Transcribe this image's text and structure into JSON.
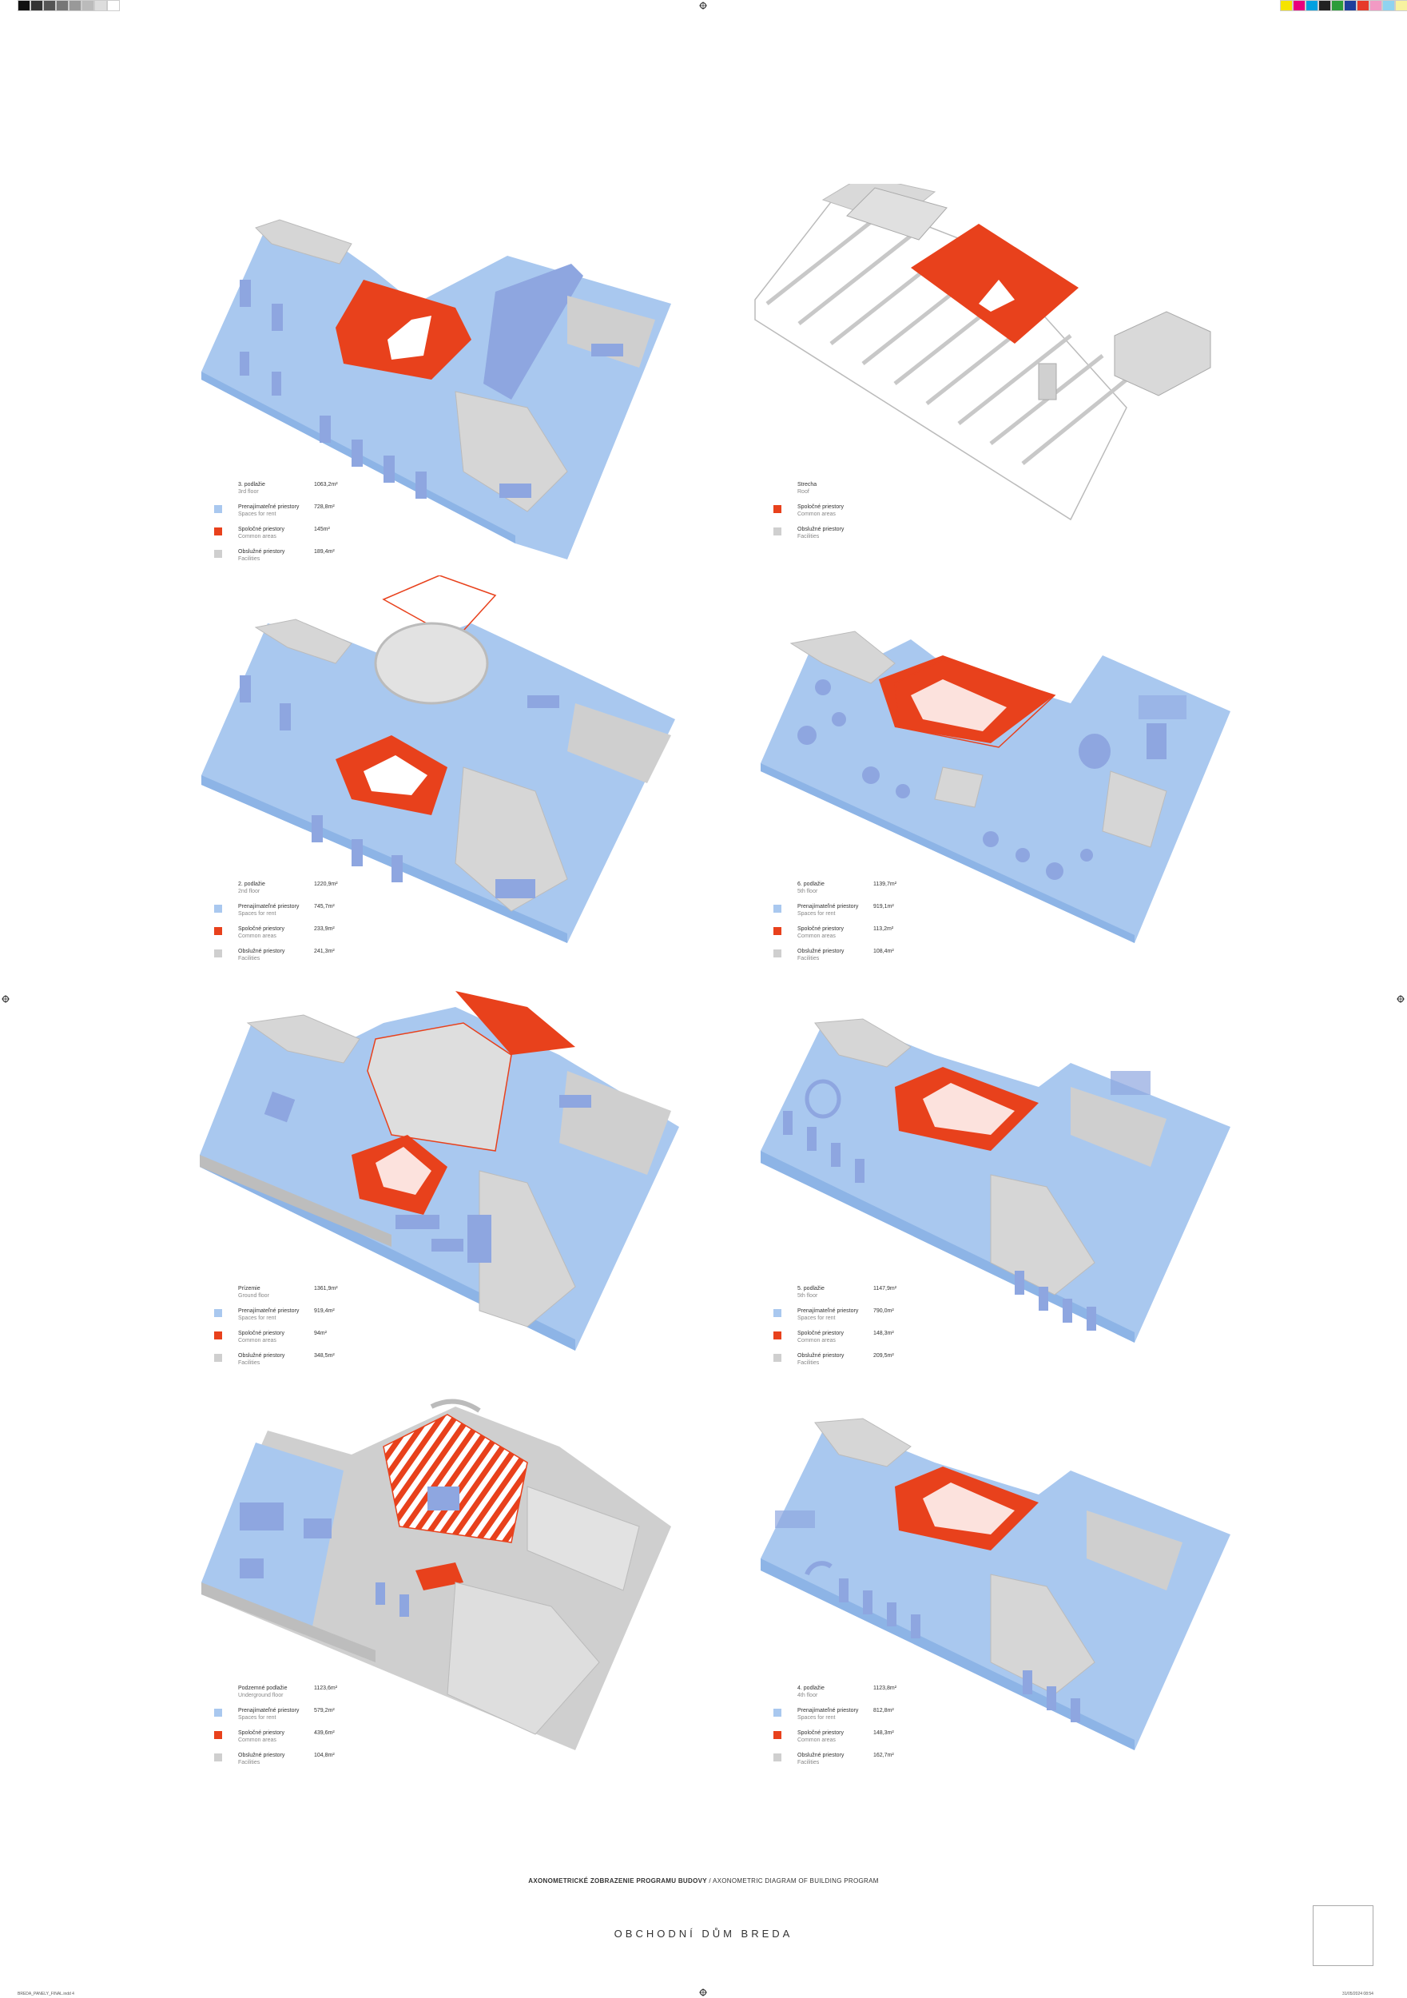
{
  "colors": {
    "rent": "#a9c8ef",
    "common": "#e8411c",
    "facilities": "#cfcfcf",
    "furniture": "#8ea6e0",
    "wall": "#d9d9d9"
  },
  "panels": [
    {
      "id": "3rd",
      "floor": "3. podlažie",
      "floor_en": "3rd floor",
      "total": "1063,2m²",
      "items": [
        {
          "kind": "rent",
          "label": "Prenajímateľné priestory",
          "sub": "Spaces for rent",
          "value": "728,8m²"
        },
        {
          "kind": "common",
          "label": "Spoločné priestory",
          "sub": "Common areas",
          "value": "145m²"
        },
        {
          "kind": "facilities",
          "label": "Obslužné priestory",
          "sub": "Facilities",
          "value": "189,4m²"
        }
      ]
    },
    {
      "id": "roof",
      "floor": "Strecha",
      "floor_en": "Roof",
      "total": "",
      "items": [
        {
          "kind": "common",
          "label": "Spoločné priestory",
          "sub": "Common areas",
          "value": ""
        },
        {
          "kind": "facilities",
          "label": "Obslužné priestory",
          "sub": "Facilities",
          "value": ""
        }
      ]
    },
    {
      "id": "2nd",
      "floor": "2. podlažie",
      "floor_en": "2nd floor",
      "total": "1220,9m²",
      "items": [
        {
          "kind": "rent",
          "label": "Prenajímateľné priestory",
          "sub": "Spaces for rent",
          "value": "745,7m²"
        },
        {
          "kind": "common",
          "label": "Spoločné priestory",
          "sub": "Common areas",
          "value": "233,9m²"
        },
        {
          "kind": "facilities",
          "label": "Obslužné priestory",
          "sub": "Facilities",
          "value": "241,3m²"
        }
      ]
    },
    {
      "id": "6th",
      "floor": "6. podlažie",
      "floor_en": "5th floor",
      "total": "1139,7m²",
      "items": [
        {
          "kind": "rent",
          "label": "Prenajímateľné priestory",
          "sub": "Spaces for rent",
          "value": "919,1m²"
        },
        {
          "kind": "common",
          "label": "Spoločné priestory",
          "sub": "Common areas",
          "value": "113,2m²"
        },
        {
          "kind": "facilities",
          "label": "Obslužné priestory",
          "sub": "Facilities",
          "value": "108,4m²"
        }
      ]
    },
    {
      "id": "ground",
      "floor": "Prízemie",
      "floor_en": "Ground floor",
      "total": "1361,9m²",
      "items": [
        {
          "kind": "rent",
          "label": "Prenajímateľné priestory",
          "sub": "Spaces for rent",
          "value": "919,4m²"
        },
        {
          "kind": "common",
          "label": "Spoločné priestory",
          "sub": "Common areas",
          "value": "94m²"
        },
        {
          "kind": "facilities",
          "label": "Obslužné priestory",
          "sub": "Facilities",
          "value": "348,5m²"
        }
      ]
    },
    {
      "id": "5th",
      "floor": "5. podlažie",
      "floor_en": "5th floor",
      "total": "1147,9m²",
      "items": [
        {
          "kind": "rent",
          "label": "Prenajímateľné priestory",
          "sub": "Spaces for rent",
          "value": "790,0m²"
        },
        {
          "kind": "common",
          "label": "Spoločné priestory",
          "sub": "Common areas",
          "value": "148,3m²"
        },
        {
          "kind": "facilities",
          "label": "Obslužné priestory",
          "sub": "Facilities",
          "value": "209,5m²"
        }
      ]
    },
    {
      "id": "underground",
      "floor": "Podzemné podlažie",
      "floor_en": "Underground floor",
      "total": "1123,6m²",
      "items": [
        {
          "kind": "rent",
          "label": "Prenajímateľné priestory",
          "sub": "Spaces for rent",
          "value": "579,2m²"
        },
        {
          "kind": "common",
          "label": "Spoločné priestory",
          "sub": "Common areas",
          "value": "439,6m²"
        },
        {
          "kind": "facilities",
          "label": "Obslužné priestory",
          "sub": "Facilities",
          "value": "104,8m²"
        }
      ]
    },
    {
      "id": "4th",
      "floor": "4. podlažie",
      "floor_en": "4th floor",
      "total": "1123,8m²",
      "items": [
        {
          "kind": "rent",
          "label": "Prenajímateľné priestory",
          "sub": "Spaces for rent",
          "value": "812,8m²"
        },
        {
          "kind": "common",
          "label": "Spoločné priestory",
          "sub": "Common areas",
          "value": "148,3m²"
        },
        {
          "kind": "facilities",
          "label": "Obslužné priestory",
          "sub": "Facilities",
          "value": "162,7m²"
        }
      ]
    }
  ],
  "footer": {
    "subtitle_sk": "AXONOMETRICKÉ ZOBRAZENIE PROGRAMU BUDOVY",
    "subtitle_en": " / AXONOMETRIC DIAGRAM OF BUILDING PROGRAM",
    "title": "OBCHODNÍ DŮM BREDA",
    "slug_left": "BREDA_PANELY_FINAL.indd 4",
    "slug_right": "31/05/2024 08:54"
  }
}
